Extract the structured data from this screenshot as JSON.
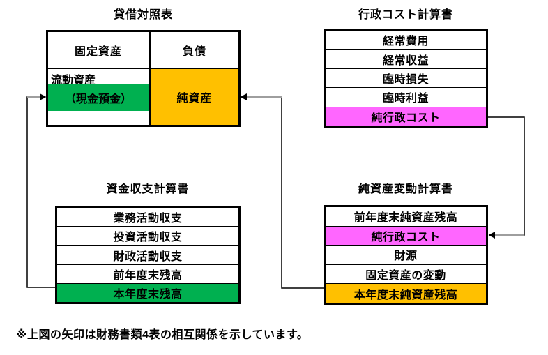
{
  "colors": {
    "green": "#00B050",
    "orange": "#FFC000",
    "magenta": "#FF66FF",
    "connector_gray": "#9E9E9E",
    "black": "#000000"
  },
  "balance_sheet": {
    "title": "貸借対照表",
    "fixed_assets": "固定資産",
    "current_assets": "流動資産",
    "cash_deposits": "（現金預金）",
    "liabilities": "負債",
    "net_assets": "純資産"
  },
  "admin_cost_statement": {
    "title": "行政コスト計算書",
    "rows": [
      {
        "label": "経常費用",
        "highlight": null
      },
      {
        "label": "経常収益",
        "highlight": null
      },
      {
        "label": "臨時損失",
        "highlight": null
      },
      {
        "label": "臨時利益",
        "highlight": null
      },
      {
        "label": "純行政コスト",
        "highlight": "magenta"
      }
    ]
  },
  "cash_flow_statement": {
    "title": "資金収支計算書",
    "rows": [
      {
        "label": "業務活動収支",
        "highlight": null
      },
      {
        "label": "投資活動収支",
        "highlight": null
      },
      {
        "label": "財政活動収支",
        "highlight": null
      },
      {
        "label": "前年度末残高",
        "highlight": null
      },
      {
        "label": "本年度末残高",
        "highlight": "green"
      }
    ]
  },
  "net_assets_statement": {
    "title": "純資産変動計算書",
    "rows": [
      {
        "label": "前年度末純資産残高",
        "highlight": null
      },
      {
        "label": "純行政コスト",
        "highlight": "magenta"
      },
      {
        "label": "財源",
        "highlight": null
      },
      {
        "label": "固定資産の変動",
        "highlight": null
      },
      {
        "label": "本年度末純資産残高",
        "highlight": "orange"
      }
    ]
  },
  "caption": "※上図の矢印は財務書類4表の相互関係を示しています。"
}
